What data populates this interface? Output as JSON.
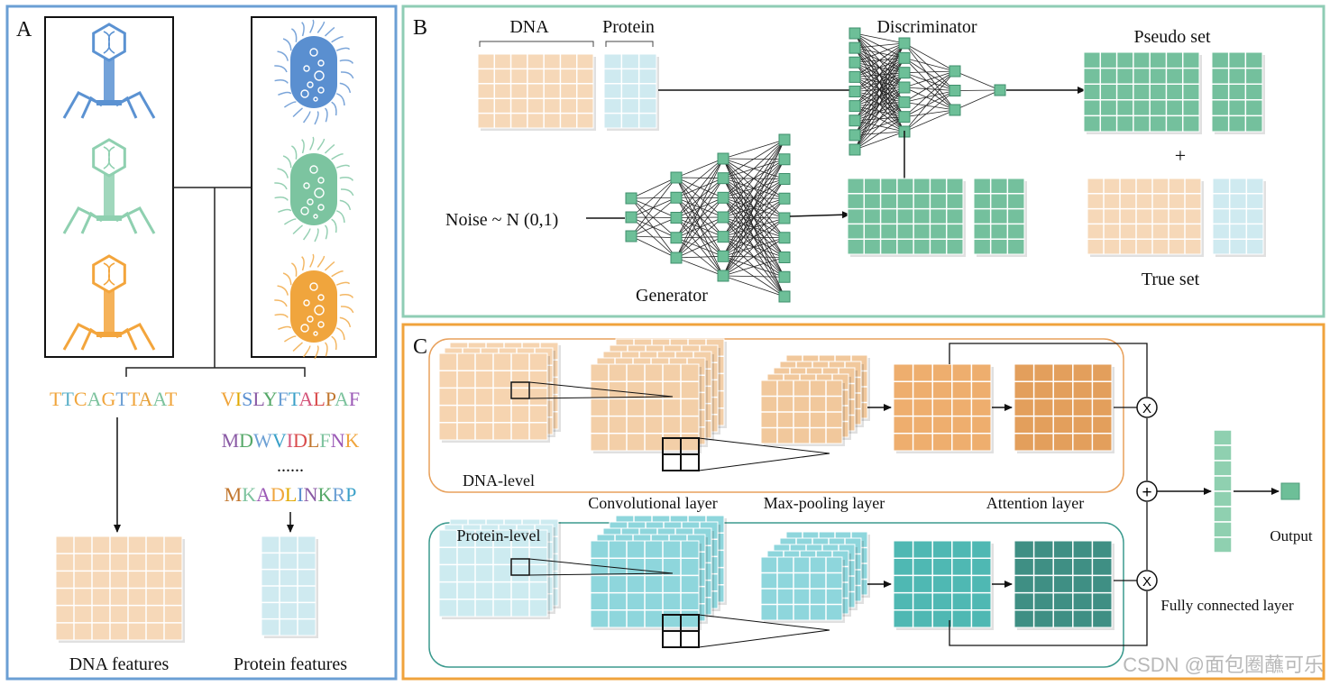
{
  "panels": {
    "a": {
      "letter": "A"
    },
    "b": {
      "letter": "B"
    },
    "c": {
      "letter": "C"
    }
  },
  "colors": {
    "panel_a_border": "#6b9fd4",
    "panel_b_border": "#8fcdb5",
    "panel_c_border": "#f0a33c",
    "dna_fill": "#f6d8b8",
    "protein_fill": "#cfeaf0",
    "green_fill": "#74c09d",
    "orange_dark": "#e8a15c",
    "teal": "#5bc4c0",
    "teal_dark": "#3b9a8e",
    "phage_blue": "#5b92d2",
    "phage_green": "#8fd0b0",
    "phage_orange": "#f3a53c"
  },
  "panel_a": {
    "dna_sequence": "TTCAGTTAAT",
    "protein_sequences": [
      "VISLYFTALPAF",
      "MDWVIDLFNK",
      "......",
      "MKADLINKRP"
    ],
    "dna_features_label": "DNA features",
    "protein_features_label": "Protein features",
    "icons": [
      "phage-icon",
      "bacterium-icon"
    ]
  },
  "panel_b": {
    "dna_label": "DNA",
    "protein_label": "Protein",
    "discriminator_label": "Discriminator",
    "generator_label": "Generator",
    "noise_label": "Noise ~ N (0,1)",
    "pseudo_set_label": "Pseudo set",
    "plus_label": "+",
    "true_set_label": "True set"
  },
  "panel_c": {
    "dna_level_label": "DNA-level",
    "protein_level_label": "Protein-level",
    "convolutional_label": "Convolutional layer",
    "maxpool_label": "Max-pooling layer",
    "attention_label": "Attention layer",
    "fc_label": "Fully connected layer",
    "output_label": "Output",
    "multiply_symbol": "X",
    "add_symbol": "+"
  },
  "watermark": "CSDN @面包圈蘸可乐"
}
